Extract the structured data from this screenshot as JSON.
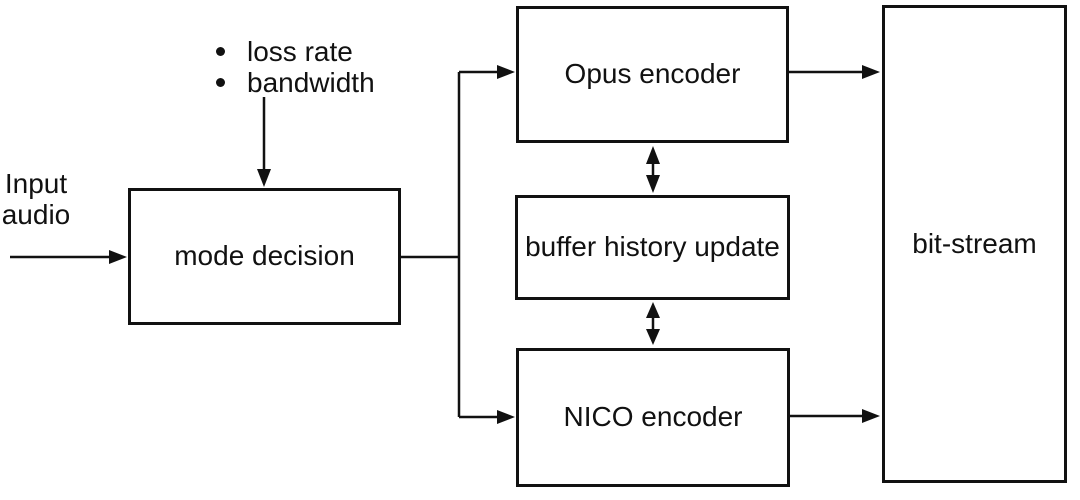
{
  "canvas": {
    "background": "#ffffff",
    "line_color": "#111111"
  },
  "annotations": {
    "input_label": "Input audio",
    "params": [
      "loss rate",
      "bandwidth"
    ]
  },
  "nodes": {
    "mode_decision": "mode decision",
    "opus_encoder": "Opus encoder",
    "buffer_history_update": "buffer history update",
    "nico_encoder": "NICO encoder",
    "bit_stream": "bit-stream"
  }
}
